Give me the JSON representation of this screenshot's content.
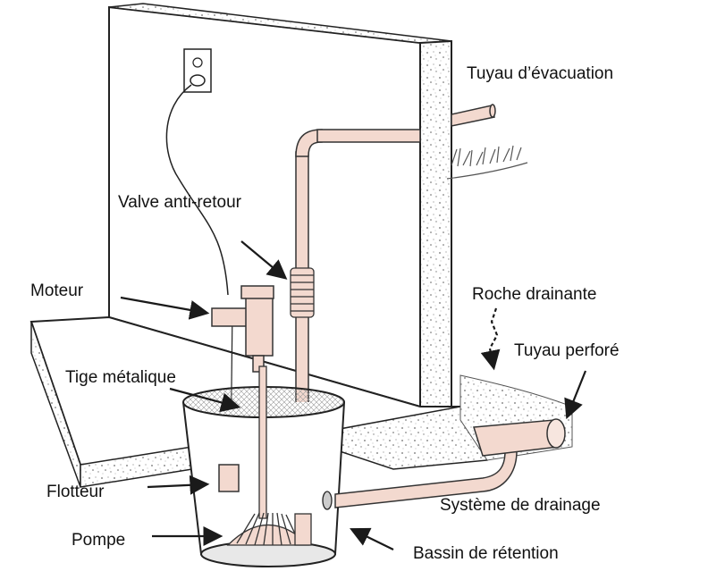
{
  "labels": {
    "discharge_pipe": "Tuyau d’évacuation",
    "check_valve": "Valve anti-retour",
    "motor": "Moteur",
    "metal_rod": "Tige métalique",
    "float": "Flotteur",
    "pump": "Pompe",
    "drain_rock": "Roche drainante",
    "perforated_pipe": "Tuyau perforé",
    "drainage_system": "Système de drainage",
    "retention_basin": "Bassin de rétention"
  },
  "colors": {
    "pipe_fill": "#f3d9cf",
    "pipe_stroke": "#333333",
    "concrete_speckle": "#7a7a7a",
    "line": "#1a1a1a"
  }
}
